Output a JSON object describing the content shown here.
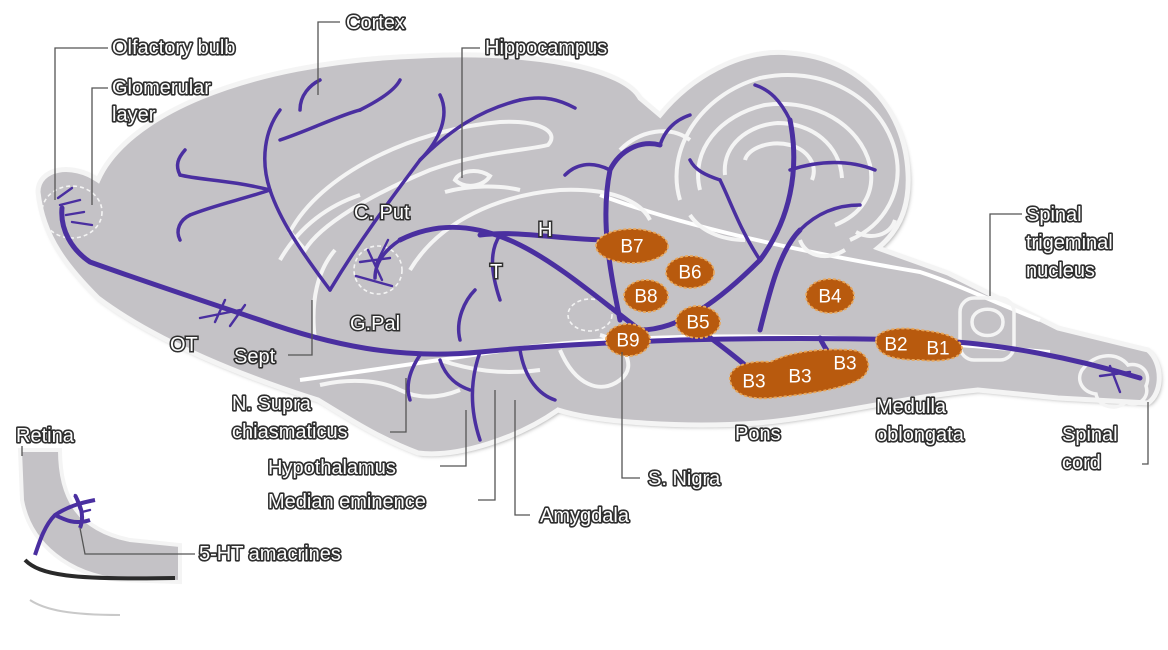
{
  "colors": {
    "tissue": "#c4c2c6",
    "outline": "#f4f4f4",
    "fiber": "#4a2fa0",
    "nucleus_fill": "#b85a0e",
    "nucleus_edge": "#e9a75a",
    "background": "#ffffff"
  },
  "labels": {
    "olfactory_bulb": "Olfactory bulb",
    "glomerular_1": "Glomerular",
    "glomerular_2": "layer",
    "cortex": "Cortex",
    "hippocampus": "Hippocampus",
    "c_put": "C. Put",
    "g_pal": "G.Pal",
    "h": "H",
    "t": "T",
    "ot": "OT",
    "sept": "Sept",
    "n_supra_1": "N. Supra",
    "n_supra_2": "chiasmaticus",
    "hypothalamus": "Hypothalamus",
    "median_eminence": "Median eminence",
    "amygdala": "Amygdala",
    "s_nigra": "S. Nigra",
    "pons": "Pons",
    "medulla_1": "Medulla",
    "medulla_2": "oblongata",
    "spinal_trig_1": "Spinal",
    "spinal_trig_2": "trigeminal",
    "spinal_trig_3": "nucleus",
    "spinal_cord_1": "Spinal",
    "spinal_cord_2": "cord",
    "retina": "Retina",
    "amacrines": "5-HT amacrines"
  },
  "nuclei": {
    "b7": "B7",
    "b6": "B6",
    "b8": "B8",
    "b5": "B5",
    "b9": "B9",
    "b4": "B4",
    "b3a": "B3",
    "b3b": "B3",
    "b3c": "B3",
    "b2": "B2",
    "b1": "B1"
  }
}
